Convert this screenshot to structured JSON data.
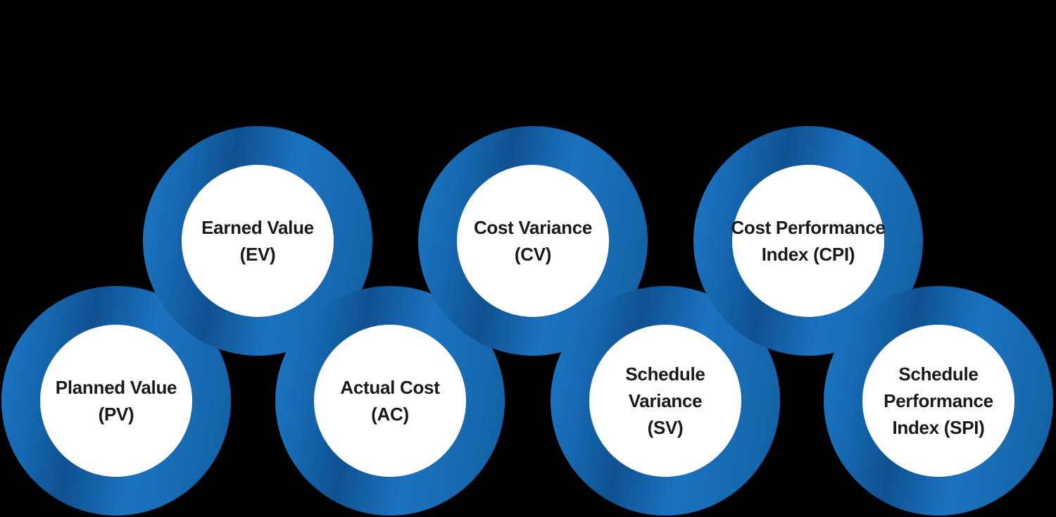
{
  "diagram": {
    "description": "Earned Value Management metrics diagram",
    "background_color": "#000000",
    "ring_gradient_colors": [
      "#1e7ac9",
      "#1566ae",
      "#0f5190",
      "#1b72c0",
      "#1568ad",
      "#125d9f"
    ],
    "inner_circle_color": "#ffffff",
    "text_color": "#1a1a1a",
    "nodes": [
      {
        "id": "pv",
        "row": "bottom",
        "label_lines": [
          "Planned Value",
          "(PV)"
        ]
      },
      {
        "id": "ev",
        "row": "top",
        "label_lines": [
          "Earned Value",
          "(EV)"
        ]
      },
      {
        "id": "ac",
        "row": "bottom",
        "label_lines": [
          "Actual Cost",
          "(AC)"
        ]
      },
      {
        "id": "cv",
        "row": "top",
        "label_lines": [
          "Cost Variance",
          "(CV)"
        ]
      },
      {
        "id": "sv",
        "row": "bottom",
        "label_lines": [
          "Schedule",
          "Variance",
          "(SV)"
        ]
      },
      {
        "id": "cpi",
        "row": "top",
        "label_lines": [
          "Cost Performance",
          "Index (CPI)"
        ]
      },
      {
        "id": "spi",
        "row": "bottom",
        "label_lines": [
          "Schedule",
          "Performance",
          "Index (SPI)"
        ]
      }
    ]
  }
}
